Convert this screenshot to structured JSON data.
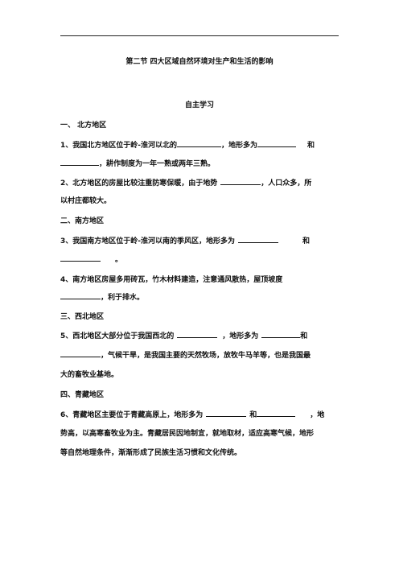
{
  "doc": {
    "title": "第二节  四大区域自然环境对生产和生活的影响",
    "subtitle": "自主学习",
    "sections": {
      "s1": "一、    北方地区",
      "s2": "二、南方地区",
      "s3": "三、西北地区",
      "s4": "四、青藏地区"
    },
    "q1": {
      "a": "1、我国北方地区位于岭-淮河以北的",
      "b": "，地形多为",
      "c": "和",
      "d": "，耕作制度为一年一熟或两年三熟。"
    },
    "q2": {
      "a": "2、北方地区的房屋比较注重防寒保暖，由于地势",
      "b": "，人口众多，所",
      "c": "以村庄都较大。"
    },
    "q3": {
      "a": "3、我国南方地区位于岭-淮河以南的季风区，地形多为",
      "b": "和",
      "c": "。"
    },
    "q4": {
      "a": "4、南方地区房屋多用砖瓦，竹木材料建造，注意通风散热，屋顶坡度",
      "b": "，利于排水。"
    },
    "q5": {
      "a": "5、西北地区大部分位于我国西北的",
      "b": "，地形多为",
      "c": "和",
      "d": "，气候干旱，是我国主要的天然牧场，放牧牛马羊等，也是我国最",
      "e": "大的畜牧业基地。"
    },
    "q6": {
      "a": "6、青藏地区主要位于青藏高原上，地形多为",
      "b": "和",
      "c": "，地",
      "d": "势高，以高寒畜牧业为主。青藏居民因地制宜，就地取材，适应高寒气候，地形",
      "e": "等自然地理条件，渐渐形成了民族生活习惯和文化传统。"
    }
  }
}
